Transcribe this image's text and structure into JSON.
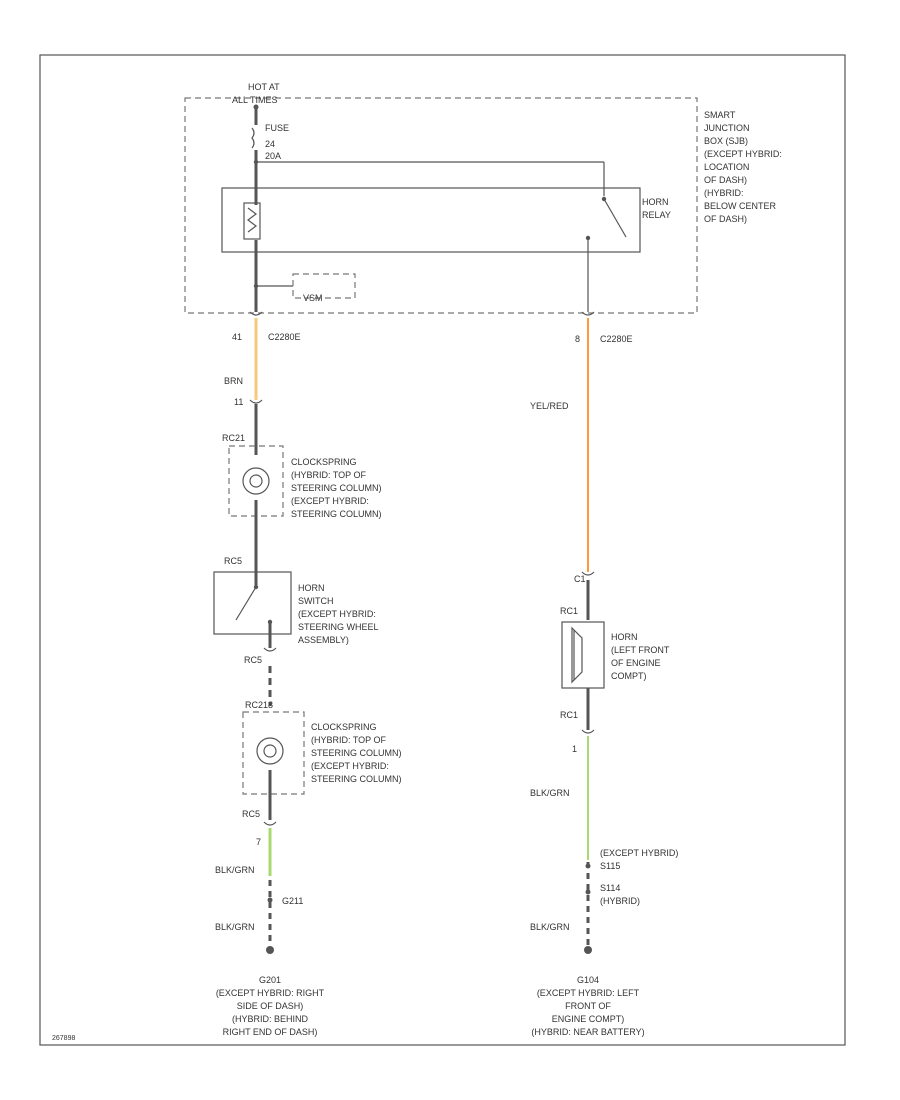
{
  "colors": {
    "frame": "#555555",
    "wire_black": "#555555",
    "wire_brn": "#f5c87a",
    "wire_yel_red": "#ff9a3c",
    "wire_blk_grn": "#a8d870"
  },
  "labels": {
    "hot_at": "HOT AT",
    "all_times": "ALL TIMES",
    "fuse": "FUSE",
    "fuse_num": "24",
    "fuse_amp": "20A",
    "sjb_lines": [
      "SMART",
      "JUNCTION",
      "BOX (SJB)",
      "(EXCEPT HYBRID:",
      "LOCATION",
      "OF DASH)",
      "(HYBRID:",
      "BELOW CENTER",
      "OF DASH)"
    ],
    "horn_relay": [
      "HORN",
      "RELAY"
    ],
    "vsm": "VSM",
    "pin_41": "41",
    "conn_left": "C2280E",
    "pin_8": "8",
    "conn_right": "C2280E",
    "wire_brn": "BRN",
    "pin_11": "11",
    "cs1_conn": "RC21",
    "cs1_lines": [
      "CLOCKSPRING",
      "(HYBRID: TOP OF",
      "STEERING COLUMN)",
      "(EXCEPT HYBRID:",
      "STEERING COLUMN)"
    ],
    "sw_conn": "RC5",
    "sw_lines": [
      "HORN",
      "SWITCH",
      "(EXCEPT HYBRID:",
      "STEERING WHEEL",
      "ASSEMBLY)"
    ],
    "sw_pin": "RC5",
    "cs2_conn": "RC218",
    "cs2_lines": [
      "CLOCKSPRING",
      "(HYBRID: TOP OF",
      "STEERING COLUMN)",
      "(EXCEPT HYBRID:",
      "STEERING COLUMN)"
    ],
    "cs2_pin": "RC5",
    "pin_7": "7",
    "wire_blk_grn_left1": "BLK/GRN",
    "splice_left": "G211",
    "wire_blk_grn_left2": "BLK/GRN",
    "ground_left": [
      "G201",
      "(EXCEPT HYBRID: RIGHT",
      "SIDE OF DASH)",
      "(HYBRID: BEHIND",
      "RIGHT END OF DASH)"
    ],
    "wire_yel_red": "YEL/RED",
    "horn_pin_top": "C1",
    "horn_conn": "RC1",
    "horn_lines": [
      "HORN",
      "(LEFT FRONT",
      "OF ENGINE",
      "COMPT)"
    ],
    "horn_pin_bot": "RC1",
    "pin_1": "1",
    "wire_blk_grn_right1": "BLK/GRN",
    "splice_right_top": "(EXCEPT HYBRID)",
    "splice_right_top2": "S115",
    "splice_right_bot": "S114",
    "splice_right_bot2": "(HYBRID)",
    "wire_blk_grn_right2": "BLK/GRN",
    "ground_right": [
      "G104",
      "(EXCEPT HYBRID: LEFT",
      "FRONT OF",
      "ENGINE COMPT)",
      "(HYBRID: NEAR BATTERY)"
    ],
    "figure_id": "267898"
  }
}
